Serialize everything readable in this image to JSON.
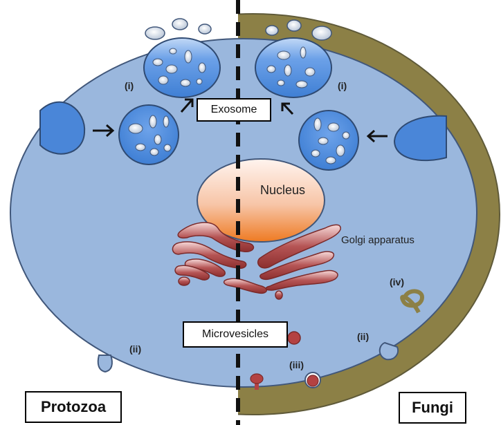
{
  "diagram": {
    "labels": {
      "exosome": "Exosome",
      "nucleus": "Nucleus",
      "golgi": "Golgi apparatus",
      "microvesicles": "Microvesicles",
      "protozoa": "Protozoa",
      "fungi": "Fungi"
    },
    "markers": {
      "i_left": "(i)",
      "i_right": "(i)",
      "ii_left": "(ii)",
      "ii_right": "(ii)",
      "iii": "(iii)",
      "iv": "(iv)"
    },
    "colors": {
      "cytoplasm": "#9ab7dd",
      "cell_wall": "#8c8046",
      "vesicle": "#4a86d8",
      "outline": "#41577a",
      "golgi": "#9b3b3b",
      "nucleus_top": "#fff3ee",
      "nucleus_bottom": "#ee7a22"
    }
  }
}
